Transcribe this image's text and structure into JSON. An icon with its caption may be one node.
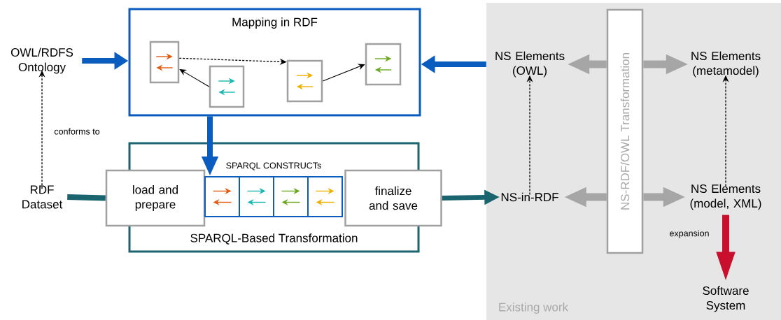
{
  "diagram": {
    "nodes": [
      {
        "text": [
          "Mapping in RDF"
        ]
      },
      {
        "text": [],
        "shape": "box",
        "in": 0
      },
      {
        "text": [],
        "shape": "box",
        "in": 0
      },
      {
        "text": [],
        "shape": "box",
        "in": 0
      },
      {
        "text": [],
        "shape": "box",
        "in": 0
      },
      {
        "text": [
          "OWL/RDFS Ontology"
        ]
      },
      {
        "text": [
          "RDF Dataset"
        ]
      },
      {
        "text": [
          "SPARQL-Based Transformation"
        ]
      },
      {
        "text": [
          "load and prepare"
        ]
      },
      {
        "text": [
          "SPARQL CONSTRUCTs"
        ],
        "in": 7
      },
      {
        "text": [],
        "shape": "box",
        "in": 9
      },
      {
        "text": [],
        "shape": "box",
        "in": 9
      },
      {
        "text": [],
        "shape": "box",
        "in": 9
      },
      {
        "text": [],
        "shape": "box",
        "in": 9
      },
      {
        "text": [
          "finalize and save"
        ]
      },
      {
        "text": [
          "Existing work"
        ]
      },
      {
        "text": [
          "NS Elements (OWL)"
        ],
        "in": 15
      },
      {
        "text": [
          "NS Elements (metamodel)"
        ],
        "in": 15
      },
      {
        "text": [
          "NS-in-RDF"
        ],
        "in": 15
      },
      {
        "text": [
          "NS Elements (model, XML)"
        ],
        "in": 15
      },
      {
        "text": [
          "NS-RDF/OWL Transformation"
        ],
        "in": 15
      },
      {
        "text": [
          "Software System"
        ],
        "in": 15
      }
    ],
    "edges": [
      {
        "from": 5,
        "to": 0,
        "arrow": "to",
        "color": "#0a5cbf"
      },
      {
        "from": 15,
        "to": 0,
        "arrow": "to",
        "color": "#0a5cbf"
      },
      {
        "from": 0,
        "to": 9,
        "arrow": "to",
        "color": "#0a5cbf"
      },
      {
        "from": 6,
        "to": 8,
        "arrow": "none",
        "color": "#1a6470"
      },
      {
        "from": 14,
        "to": 18,
        "arrow": "to",
        "color": "#1a6470"
      },
      {
        "from": 6,
        "to": 5,
        "arrow": "to",
        "style": "dashed",
        "label": "conforms to"
      },
      {
        "from": 2,
        "to": 1,
        "arrow": "to"
      },
      {
        "from": 1,
        "to": 3,
        "arrow": "to",
        "style": "dashed"
      },
      {
        "from": 3,
        "to": 4,
        "arrow": "to"
      },
      {
        "from": 20,
        "to": 16,
        "arrow": "to",
        "color": "#a6a6a6"
      },
      {
        "from": 20,
        "to": 17,
        "arrow": "to",
        "color": "#a6a6a6"
      },
      {
        "from": 20,
        "to": 18,
        "arrow": "to",
        "color": "#a6a6a6"
      },
      {
        "from": 20,
        "to": 19,
        "arrow": "to",
        "color": "#a6a6a6"
      },
      {
        "from": 18,
        "to": 16,
        "arrow": "to",
        "style": "dashed"
      },
      {
        "from": 19,
        "to": 17,
        "arrow": "to",
        "style": "dashed"
      },
      {
        "from": 19,
        "to": 21,
        "arrow": "to",
        "color": "#c8102e",
        "label": "expansion"
      }
    ]
  }
}
